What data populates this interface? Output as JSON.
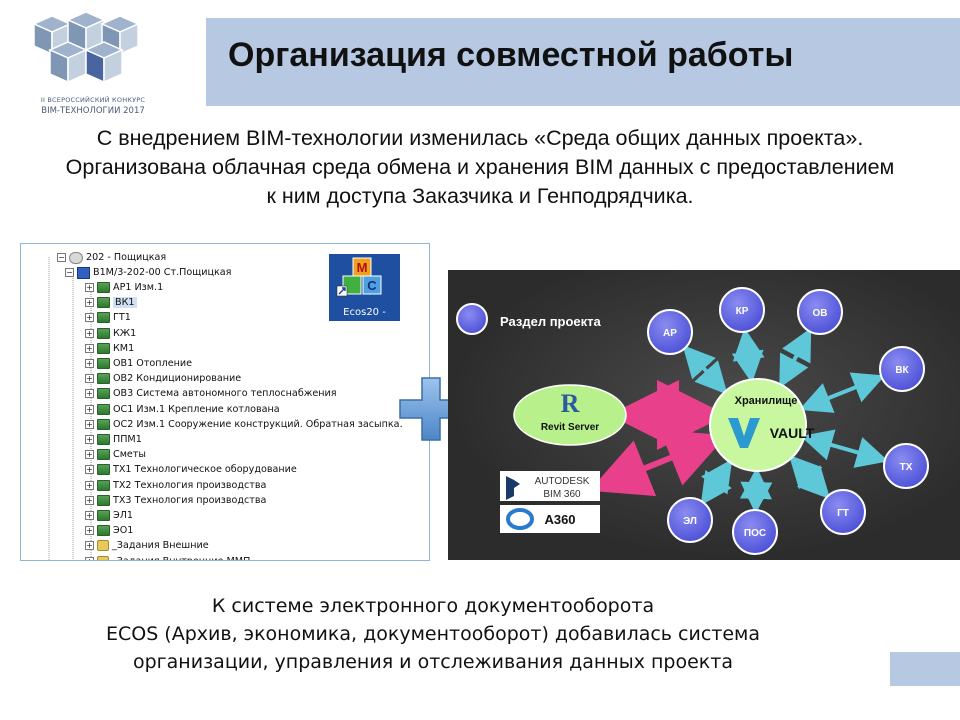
{
  "logo": {
    "line1": "II ВСЕРОССИЙСКИЙ КОНКУРС",
    "line2": "BIM-ТЕХНОЛОГИИ 2017"
  },
  "title": "Организация совместной работы",
  "intro": {
    "line1": "С внедрением BIM-технологии  изменилась «Среда общих данных проекта».",
    "line2": "Организована облачная среда обмена и хранения BIM данных с предоставлением",
    "line3": "к ним доступа Заказчика и Генподрядчика."
  },
  "tree": {
    "root": "202 - Пощицкая",
    "project": "В1М/3-202-00 Ст.Пощицкая",
    "items": [
      {
        "label": "АР1 Изм.1",
        "selected": false
      },
      {
        "label": "ВК1",
        "selected": true
      },
      {
        "label": "ГТ1",
        "selected": false
      },
      {
        "label": "КЖ1",
        "selected": false
      },
      {
        "label": "КМ1",
        "selected": false
      },
      {
        "label": "ОВ1 Отопление",
        "selected": false
      },
      {
        "label": "ОВ2 Кондиционирование",
        "selected": false
      },
      {
        "label": "ОВ3 Система автономного теплоснабжения",
        "selected": false
      },
      {
        "label": "ОС1 Изм.1 Крепление котлована",
        "selected": false
      },
      {
        "label": "ОС2 Изм.1 Сооружение конструкций. Обратная засыпка.",
        "selected": false
      },
      {
        "label": "ППМ1",
        "selected": false
      },
      {
        "label": "Сметы",
        "selected": false
      },
      {
        "label": "ТХ1 Технологическое оборудование",
        "selected": false
      },
      {
        "label": "ТХ2 Технология производства",
        "selected": false
      },
      {
        "label": "ТХ3 Технология производства",
        "selected": false
      },
      {
        "label": "ЭЛ1",
        "selected": false
      },
      {
        "label": "ЭО1",
        "selected": false
      },
      {
        "label": "_Задания Внешние",
        "selected": false
      },
      {
        "label": "_Задания Внутренние ММП",
        "selected": false
      }
    ]
  },
  "ecos": {
    "label": "Ecos20 -"
  },
  "diagram": {
    "legend": "Раздел проекта",
    "center_title": "Хранилище",
    "center_brand": "VAULT",
    "revit_label": "Revit Server",
    "autodesk_label": "AUTODESK",
    "bim360_label": "BIM 360",
    "a360_label": "A360",
    "nodes": [
      "АР",
      "КР",
      "ОВ",
      "ВК",
      "ТХ",
      "ГТ",
      "ПОС",
      "ЭЛ"
    ],
    "colors": {
      "node": "#5b5fe0",
      "center": "#c8f7a0",
      "revit": "#b8f08c",
      "arrow": "#5ec8d8",
      "pink": "#e8408a"
    }
  },
  "outro": {
    "line1": "К системе электронного документооборота",
    "line2": "ECOS (Архив, экономика, документооборот) добавилась система",
    "line3": "организации, управления и отслеживания данных проекта"
  }
}
